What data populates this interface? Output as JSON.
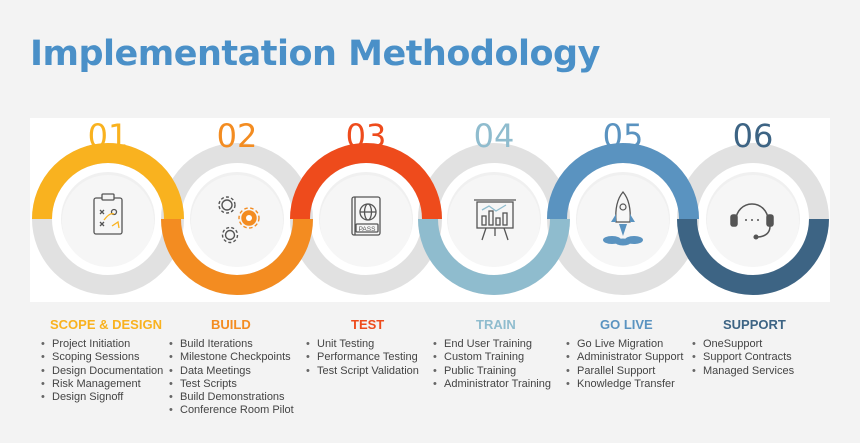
{
  "header": {
    "title": "Implementation Methodology"
  },
  "colors": {
    "scope": "#f9b21f",
    "build": "#f38c21",
    "test": "#ee4b1c",
    "train": "#8fbcce",
    "golive": "#5a93c0",
    "support": "#3d6484",
    "ring_grey": "#e1e1e1",
    "title": "#4a90c8"
  },
  "steps": [
    {
      "number": "01",
      "title": "SCOPE & DESIGN",
      "icon": "clipboard-strategy-icon",
      "color": "#f9b21f",
      "items": [
        "Project Initiation",
        "Scoping Sessions",
        "Design Documentation",
        "Risk Management",
        "Design Signoff"
      ]
    },
    {
      "number": "02",
      "title": "BUILD",
      "icon": "gears-icon",
      "color": "#f38c21",
      "items": [
        "Build Iterations",
        "Milestone Checkpoints",
        "Data Meetings",
        "Test Scripts",
        "Build Demonstrations",
        "Conference Room Pilot"
      ]
    },
    {
      "number": "03",
      "title": "TEST",
      "icon": "passport-icon",
      "color": "#ee4b1c",
      "items": [
        "Unit Testing",
        "Performance Testing",
        "Test Script Validation"
      ]
    },
    {
      "number": "04",
      "title": "TRAIN",
      "icon": "presentation-board-icon",
      "color": "#8fbcce",
      "items": [
        "End User Training",
        "Custom Training",
        "Public Training",
        "Administrator Training"
      ]
    },
    {
      "number": "05",
      "title": "GO LIVE",
      "icon": "rocket-icon",
      "color": "#5a93c0",
      "items": [
        "Go Live Migration",
        "Administrator Support",
        "Parallel Support",
        "Knowledge Transfer"
      ]
    },
    {
      "number": "06",
      "title": "SUPPORT",
      "icon": "headset-icon",
      "color": "#3d6484",
      "items": [
        "OneSupport",
        "Support Contracts",
        "Managed Services"
      ]
    }
  ],
  "icons": {
    "passport_text": "PASS"
  }
}
